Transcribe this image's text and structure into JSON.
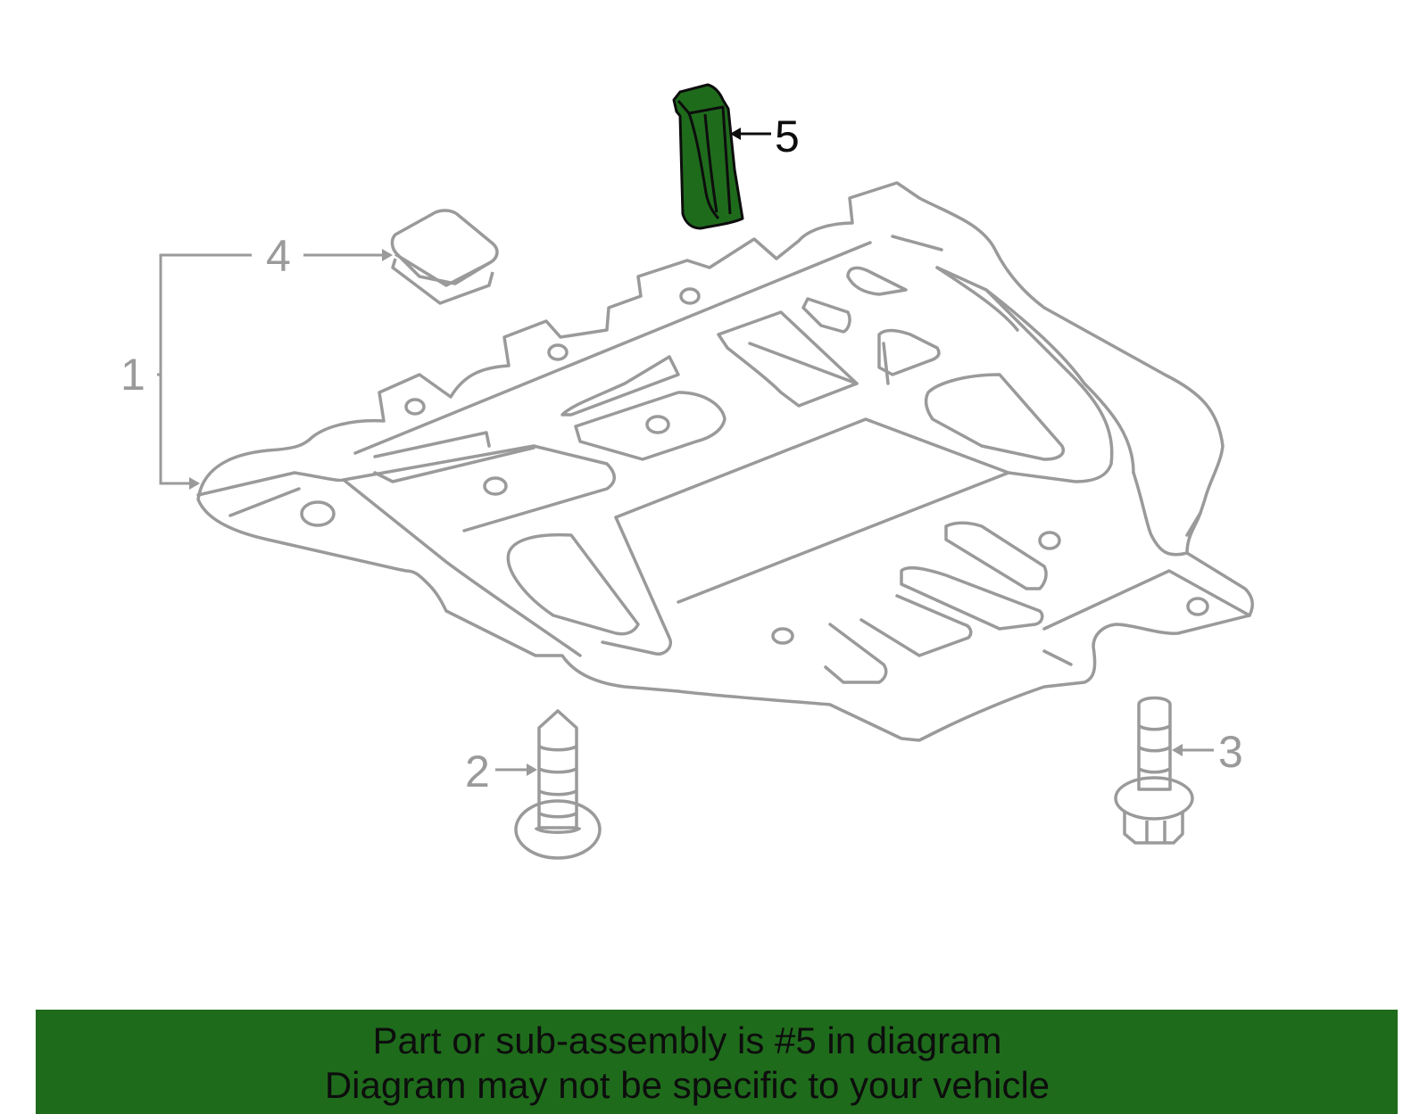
{
  "callouts": [
    {
      "id": "1",
      "label": "1"
    },
    {
      "id": "2",
      "label": "2"
    },
    {
      "id": "3",
      "label": "3"
    },
    {
      "id": "4",
      "label": "4"
    },
    {
      "id": "5",
      "label": "5"
    }
  ],
  "highlight_part": "5",
  "colors": {
    "highlight_fill": "#1f6b1c",
    "line_gray": "#9a9a9a",
    "banner_bg": "#1f6b1c",
    "banner_text": "#0d0d0d"
  },
  "banner": {
    "line1": "Part or sub-assembly is #5 in diagram",
    "line2": "Diagram may not be specific to your vehicle"
  }
}
